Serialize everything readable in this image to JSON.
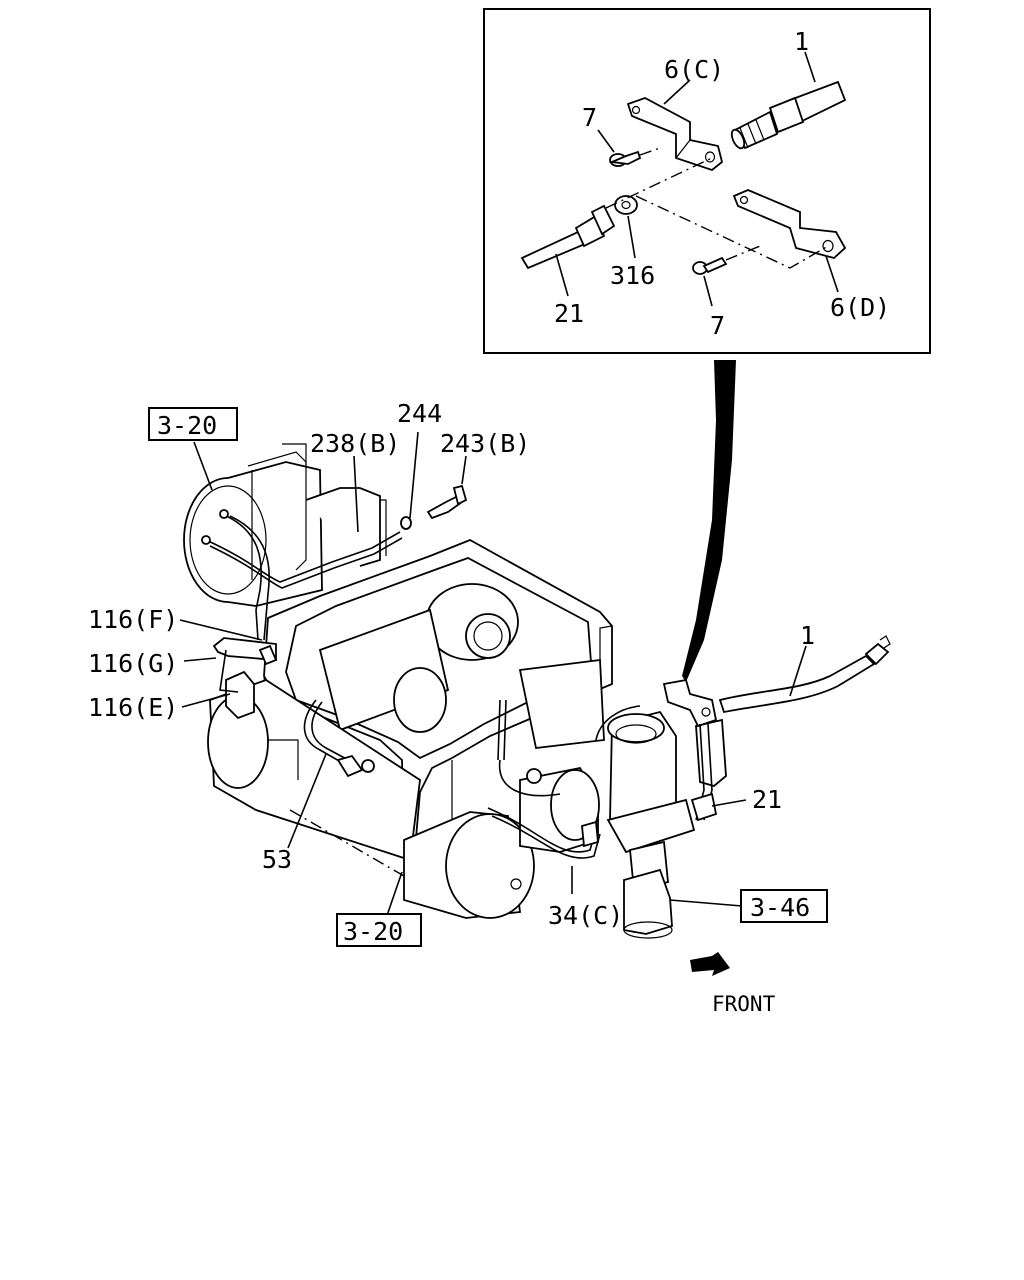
{
  "labels": {
    "detail_1": "1",
    "detail_6c": "6(C)",
    "detail_7_top": "7",
    "detail_316": "316",
    "detail_21": "21",
    "detail_7_bottom": "7",
    "detail_6d": "6(D)",
    "ref_3_20_top": "3-20",
    "p238b": "238(B)",
    "p244": "244",
    "p243b": "243(B)",
    "p116f": "116(F)",
    "p116g": "116(G)",
    "p116e": "116(E)",
    "p53": "53",
    "ref_3_20_bottom": "3-20",
    "p34c": "34(C)",
    "main_1": "1",
    "main_21": "21",
    "ref_3_46": "3-46",
    "front": "FRONT"
  },
  "icons": {
    "front_arrow": "front-arrow-icon"
  }
}
